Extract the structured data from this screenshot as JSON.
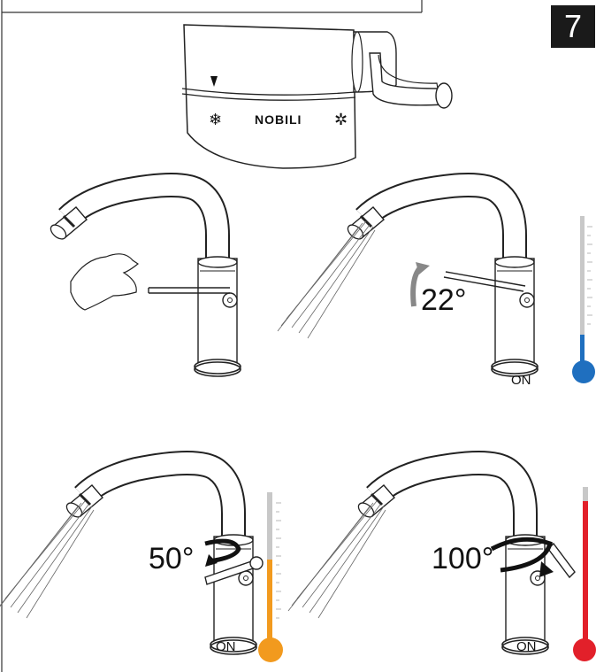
{
  "step": {
    "number": "7"
  },
  "heater": {
    "brand": "NOBILI"
  },
  "panels": [
    {
      "id": "off",
      "angle": "",
      "status": ""
    },
    {
      "id": "cold",
      "angle": "22°",
      "status": "ON",
      "temperature_level": 0.25,
      "color": "#1f6fbf"
    },
    {
      "id": "warm",
      "angle": "50°",
      "status": "ON",
      "temperature_level": 0.55,
      "color": "#f29a1e"
    },
    {
      "id": "hot",
      "angle": "100°",
      "status": "ON",
      "temperature_level": 0.95,
      "color": "#e2202a"
    }
  ]
}
